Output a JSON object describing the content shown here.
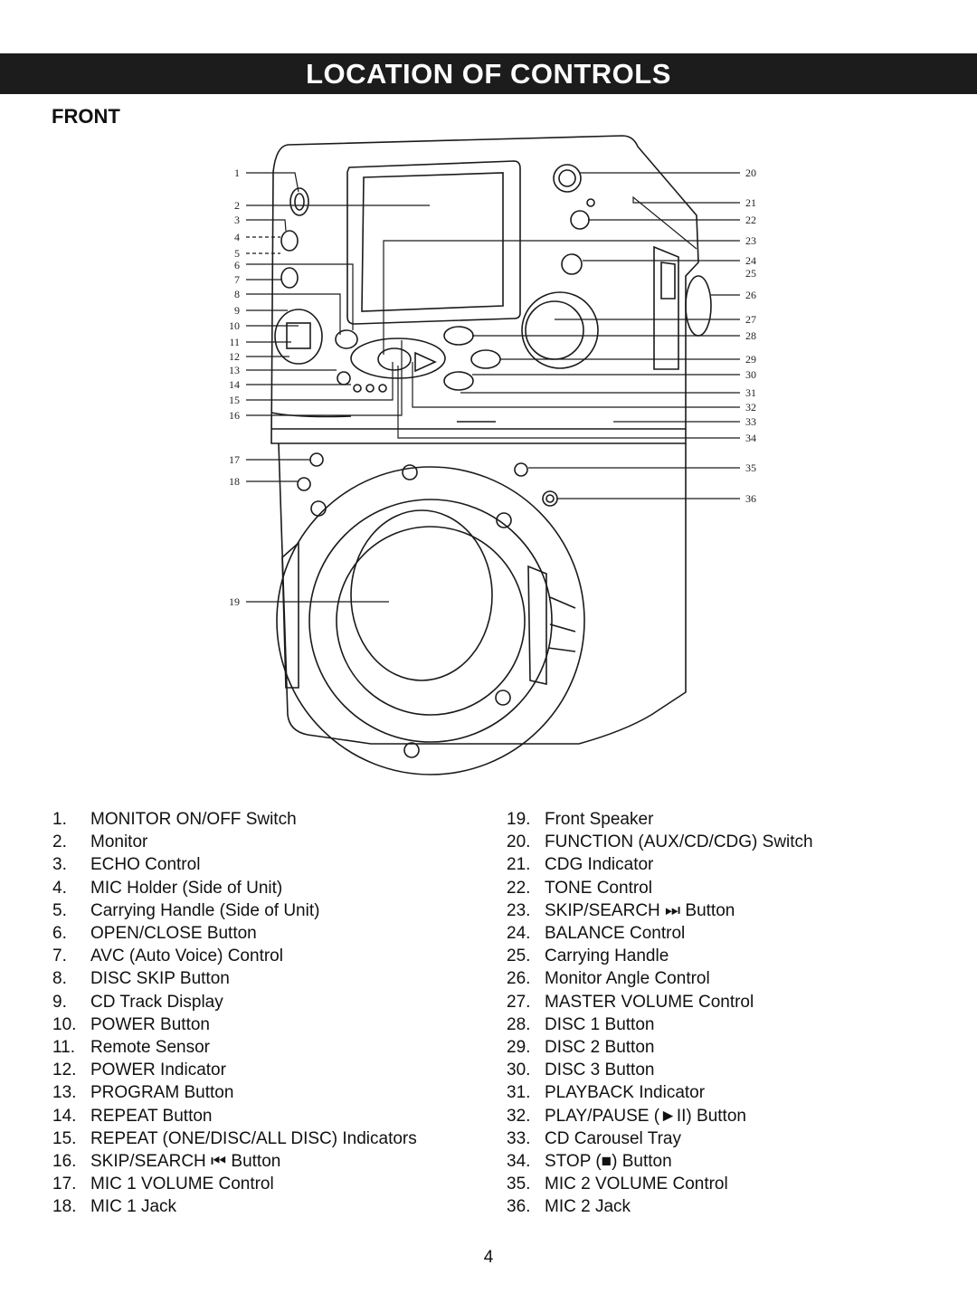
{
  "header": {
    "title": "LOCATION OF CONTROLS"
  },
  "section": {
    "title": "FRONT"
  },
  "diagram": {
    "left_callouts": [
      "1",
      "2",
      "3",
      "4",
      "5",
      "6",
      "7",
      "8",
      "9",
      "10",
      "11",
      "12",
      "13",
      "14",
      "15",
      "16",
      "17",
      "18",
      "19"
    ],
    "right_callouts": [
      "20",
      "21",
      "22",
      "23",
      "24",
      "25",
      "26",
      "27",
      "28",
      "29",
      "30",
      "31",
      "32",
      "33",
      "34",
      "35",
      "36"
    ]
  },
  "controls_left": [
    {
      "num": "1.",
      "label": "MONITOR ON/OFF Switch"
    },
    {
      "num": "2.",
      "label": "Monitor"
    },
    {
      "num": "3.",
      "label": "ECHO Control"
    },
    {
      "num": "4.",
      "label": "MIC Holder (Side of Unit)"
    },
    {
      "num": "5.",
      "label": "Carrying Handle (Side of Unit)"
    },
    {
      "num": "6.",
      "label": "OPEN/CLOSE Button"
    },
    {
      "num": "7.",
      "label": "AVC (Auto Voice) Control"
    },
    {
      "num": "8.",
      "label": "DISC SKIP Button"
    },
    {
      "num": "9.",
      "label": "CD Track Display"
    },
    {
      "num": "10.",
      "label": "POWER Button"
    },
    {
      "num": "11.",
      "label": "Remote Sensor"
    },
    {
      "num": "12.",
      "label": "POWER Indicator"
    },
    {
      "num": "13.",
      "label": "PROGRAM Button"
    },
    {
      "num": "14.",
      "label": "REPEAT Button"
    },
    {
      "num": "15.",
      "label": "REPEAT (ONE/DISC/ALL DISC) Indicators"
    },
    {
      "num": "16.",
      "label": "SKIP/SEARCH ⏮ Button"
    },
    {
      "num": "17.",
      "label": "MIC 1 VOLUME Control"
    },
    {
      "num": "18.",
      "label": "MIC 1 Jack"
    }
  ],
  "controls_right": [
    {
      "num": "19.",
      "label": "Front Speaker"
    },
    {
      "num": "20.",
      "label": "FUNCTION (AUX/CD/CDG) Switch"
    },
    {
      "num": "21.",
      "label": "CDG Indicator"
    },
    {
      "num": "22.",
      "label": "TONE Control"
    },
    {
      "num": "23.",
      "label": "SKIP/SEARCH ⏭ Button"
    },
    {
      "num": "24.",
      "label": "BALANCE Control"
    },
    {
      "num": "25.",
      "label": "Carrying Handle"
    },
    {
      "num": "26.",
      "label": "Monitor Angle Control"
    },
    {
      "num": "27.",
      "label": "MASTER VOLUME Control"
    },
    {
      "num": "28.",
      "label": "DISC 1 Button"
    },
    {
      "num": "29.",
      "label": "DISC 2 Button"
    },
    {
      "num": "30.",
      "label": "DISC 3 Button"
    },
    {
      "num": "31.",
      "label": "PLAYBACK Indicator"
    },
    {
      "num": "32.",
      "label": "PLAY/PAUSE (►II) Button"
    },
    {
      "num": "33.",
      "label": "CD Carousel Tray"
    },
    {
      "num": "34.",
      "label": "STOP (■) Button"
    },
    {
      "num": "35.",
      "label": "MIC 2 VOLUME Control"
    },
    {
      "num": "36.",
      "label": "MIC 2 Jack"
    }
  ],
  "footer": {
    "page_number": "4"
  }
}
